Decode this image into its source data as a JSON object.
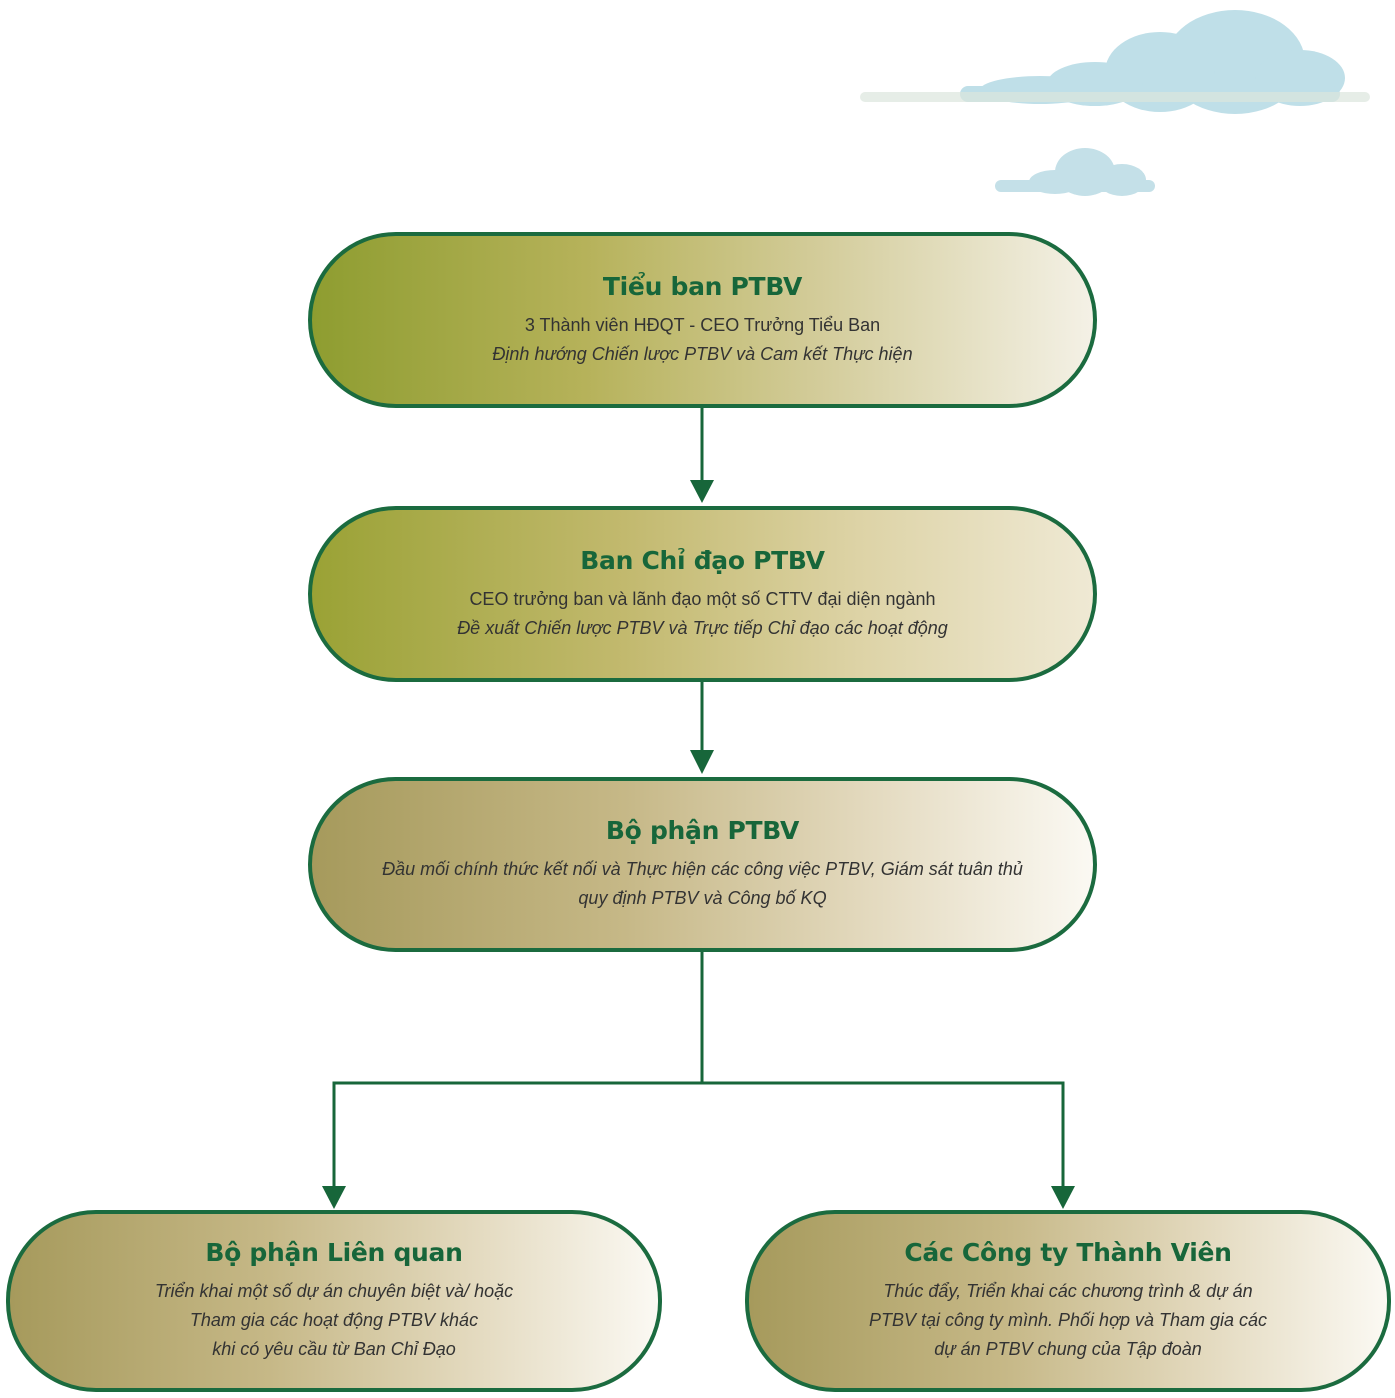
{
  "colors": {
    "accent": "#17663a",
    "border": "#1b6b3f",
    "text": "#333333",
    "cloud": "#bcdde6"
  },
  "nodes": {
    "top": {
      "title": "Tiểu ban PTBV",
      "line1": "3 Thành viên HĐQT - CEO Trưởng Tiểu Ban",
      "line2": "Định hướng Chiến lược PTBV và Cam kết Thực hiện"
    },
    "steering": {
      "title": "Ban Chỉ đạo PTBV",
      "line1": "CEO trưởng ban và lãnh đạo một số CTTV đại diện ngành",
      "line2": "Đề xuất Chiến lược PTBV và Trực tiếp Chỉ đạo các hoạt động"
    },
    "department": {
      "title": "Bộ phận PTBV",
      "line1": "Đầu mối chính thức kết nối và Thực hiện các công việc PTBV, Giám sát tuân thủ",
      "line2": "quy định PTBV và Công bố KQ"
    },
    "related": {
      "title": "Bộ phận Liên quan",
      "line1": "Triển khai một số dự án chuyên biệt và/ hoặc",
      "line2": "Tham gia các hoạt động PTBV khác",
      "line3": "khi có yêu cầu từ Ban Chỉ Đạo"
    },
    "members": {
      "title": "Các Công ty Thành Viên",
      "line1": "Thúc đẩy, Triển khai các chương trình & dự án",
      "line2": "PTBV tại công ty mình. Phối hợp và Tham gia các",
      "line3": "dự án PTBV chung của Tập đoàn"
    }
  }
}
